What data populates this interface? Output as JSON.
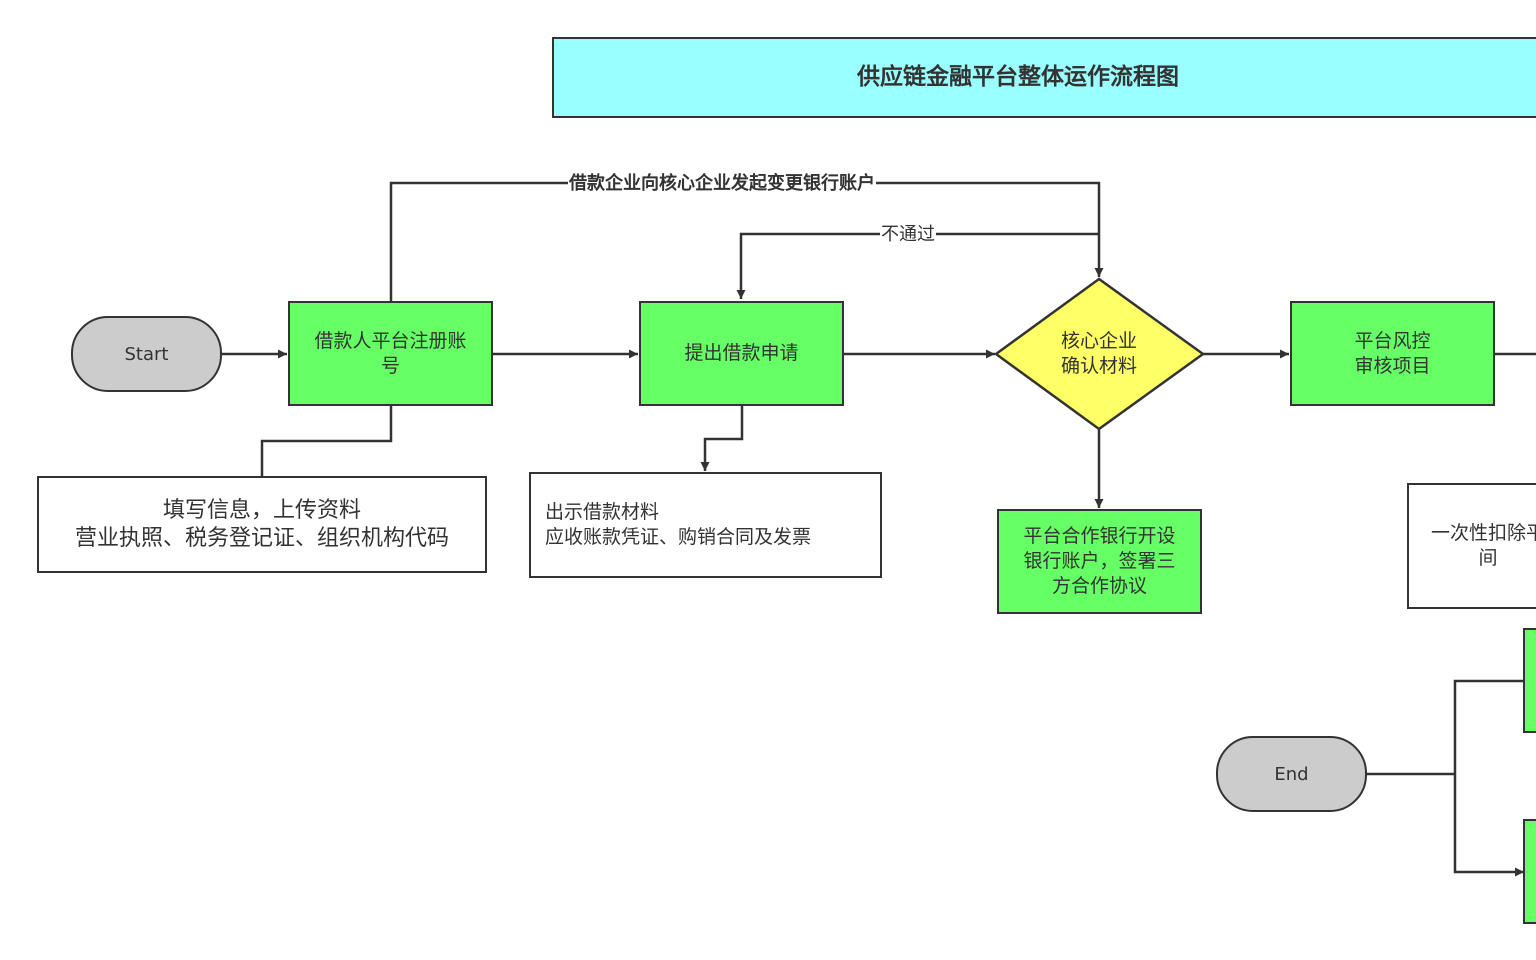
{
  "title": "供应链金融平台整体运作流程图",
  "nodes": {
    "start": "Start",
    "register": "借款人平台注册账\n号",
    "apply": "提出借款申请",
    "confirm": "核心企业\n确认材料",
    "risk": "平台风控\n审核项目",
    "bank": "平台合作银行开设\n银行账户，签署三\n方合作协议",
    "end": "End",
    "note_register": "填写信息，上传资料\n营业执照、税务登记证、组织机构代码",
    "note_apply": "出示借款材料\n应收账款凭证、购销合同及发票",
    "note_fee": "一次性扣除平\n间"
  },
  "edges": {
    "change_account": "借款企业向核心企业发起变更银行账户",
    "not_pass": "不通过"
  },
  "colors": {
    "process": "#66ff66",
    "decision": "#ffff66",
    "terminal": "#cccccc",
    "title": "#99ffff",
    "stroke": "#333333"
  }
}
